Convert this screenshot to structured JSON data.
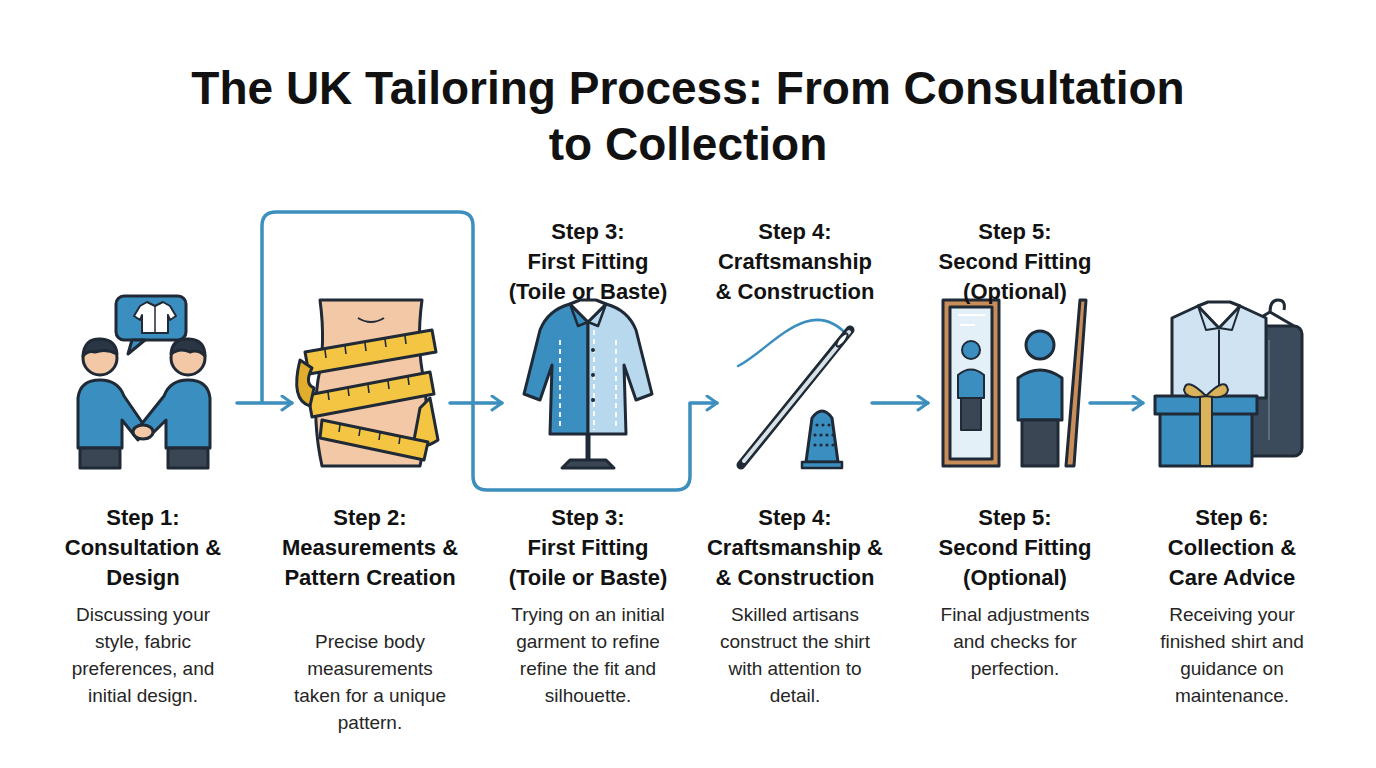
{
  "diagram": {
    "title": "The UK Tailoring Process: From Consultation to Collection",
    "nodes": [
      {
        "text": [
          "Step 1: Consultation & Design",
          "Discussing your style, fabric preferences, and initial design."
        ]
      },
      {
        "text": [
          "Step 2: Measurements & Pattern Creation",
          "Precise body measurements taken for a unique pattern."
        ]
      },
      {
        "text": [
          "Step 3: First Fitting (Toile or Baste)",
          "Step 3: First Fitting (Toile or Baste)",
          "Trying on an initial garment to refine refine the fit and silhouette."
        ]
      },
      {
        "text": [
          "Step 4: Craftsmanship & Construction",
          "Step 4: Craftsmanship & & Construction",
          "Skilled artisans construct the shirt with attention to detail."
        ]
      },
      {
        "text": [
          "Step 5: Second Fitting (Optional)",
          "Step 5: Second Fitting (Optional)",
          "Final adjustments and checks for perfection."
        ]
      },
      {
        "text": [
          "Step 6: Collection & Care Advice",
          "Receiving your finished shirt and guidance on maintenance."
        ]
      }
    ],
    "edges": [
      {
        "from": 0,
        "to": 1,
        "arrow": "to"
      },
      {
        "from": 1,
        "to": 2,
        "arrow": "to"
      },
      {
        "from": 2,
        "to": 3,
        "arrow": "to"
      },
      {
        "from": 3,
        "to": 4,
        "arrow": "to"
      },
      {
        "from": 4,
        "to": 5,
        "arrow": "to"
      }
    ]
  }
}
